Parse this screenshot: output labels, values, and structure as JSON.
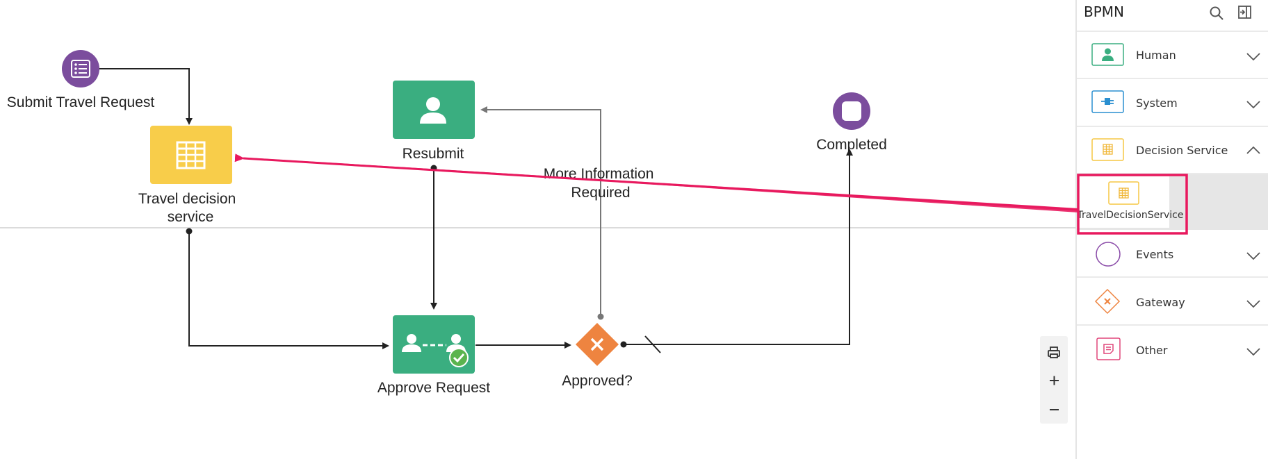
{
  "canvas": {
    "nodes": {
      "submit_travel_request": "Submit Travel Request",
      "travel_decision_service": [
        "Travel decision",
        "service"
      ],
      "resubmit": "Resubmit",
      "approve_request": "Approve Request",
      "approved_gateway": "Approved?",
      "completed": "Completed"
    },
    "edges": {
      "more_information_required": [
        "More Information",
        "Required"
      ]
    }
  },
  "palette": {
    "title": "BPMN",
    "categories": [
      {
        "label": "Human",
        "icon": "person-icon",
        "color": "#3aae80",
        "expanded": false
      },
      {
        "label": "System",
        "icon": "plug-icon",
        "color": "#2a8fd0",
        "expanded": false
      },
      {
        "label": "Decision Service",
        "icon": "table-icon",
        "color": "#f6c744",
        "expanded": true
      },
      {
        "label": "Events",
        "icon": "circle-icon",
        "color": "#8a4ba8",
        "expanded": false
      },
      {
        "label": "Gateway",
        "icon": "diamond-x-icon",
        "color": "#ee8440",
        "expanded": false
      },
      {
        "label": "Other",
        "icon": "note-icon",
        "color": "#e0467a",
        "expanded": false
      }
    ],
    "decision_items": [
      {
        "label": "TravelDecisionService"
      }
    ]
  },
  "colors": {
    "human_task": "#3aae80",
    "decision": "#f8cd4a",
    "gateway": "#ee8440",
    "event": "#7b4d9d",
    "highlight": "#e8195e"
  }
}
